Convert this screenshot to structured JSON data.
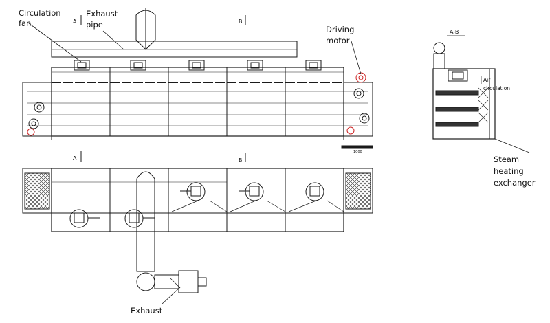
{
  "labels": {
    "circulation_fan": [
      "Circulation",
      "fan"
    ],
    "exhaust_pipe": [
      "Exhaust",
      "pipe"
    ],
    "driving_motor": [
      "Driving",
      "motor"
    ],
    "steam_exchanger": [
      "Steam",
      "heating",
      "exchanger"
    ],
    "air_circulation": [
      "Air",
      "circulation"
    ],
    "exhaust": "Exhaust"
  },
  "section": {
    "title": "A-B",
    "marker_a": "A",
    "marker_b": "B"
  },
  "scale_label": "1000",
  "colors": {
    "line": "#1a1a1a",
    "accent": "#cc2222"
  },
  "icons": [
    "fan-icon",
    "motor-icon",
    "sprocket-icon"
  ]
}
